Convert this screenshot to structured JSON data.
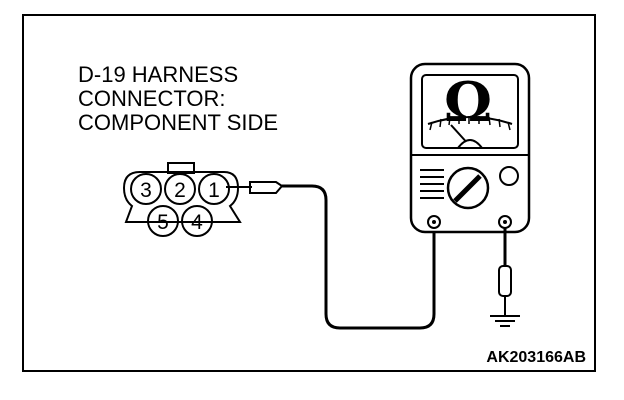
{
  "diagram": {
    "title_lines": [
      "D-19 HARNESS",
      "CONNECTOR:",
      "COMPONENT SIDE"
    ],
    "connector": {
      "top_row_pins": [
        "3",
        "2",
        "1"
      ],
      "bottom_row_pins": [
        "5",
        "4"
      ]
    },
    "meter": {
      "unit_symbol": "Ω"
    },
    "reference_code": "AK203166AB"
  }
}
